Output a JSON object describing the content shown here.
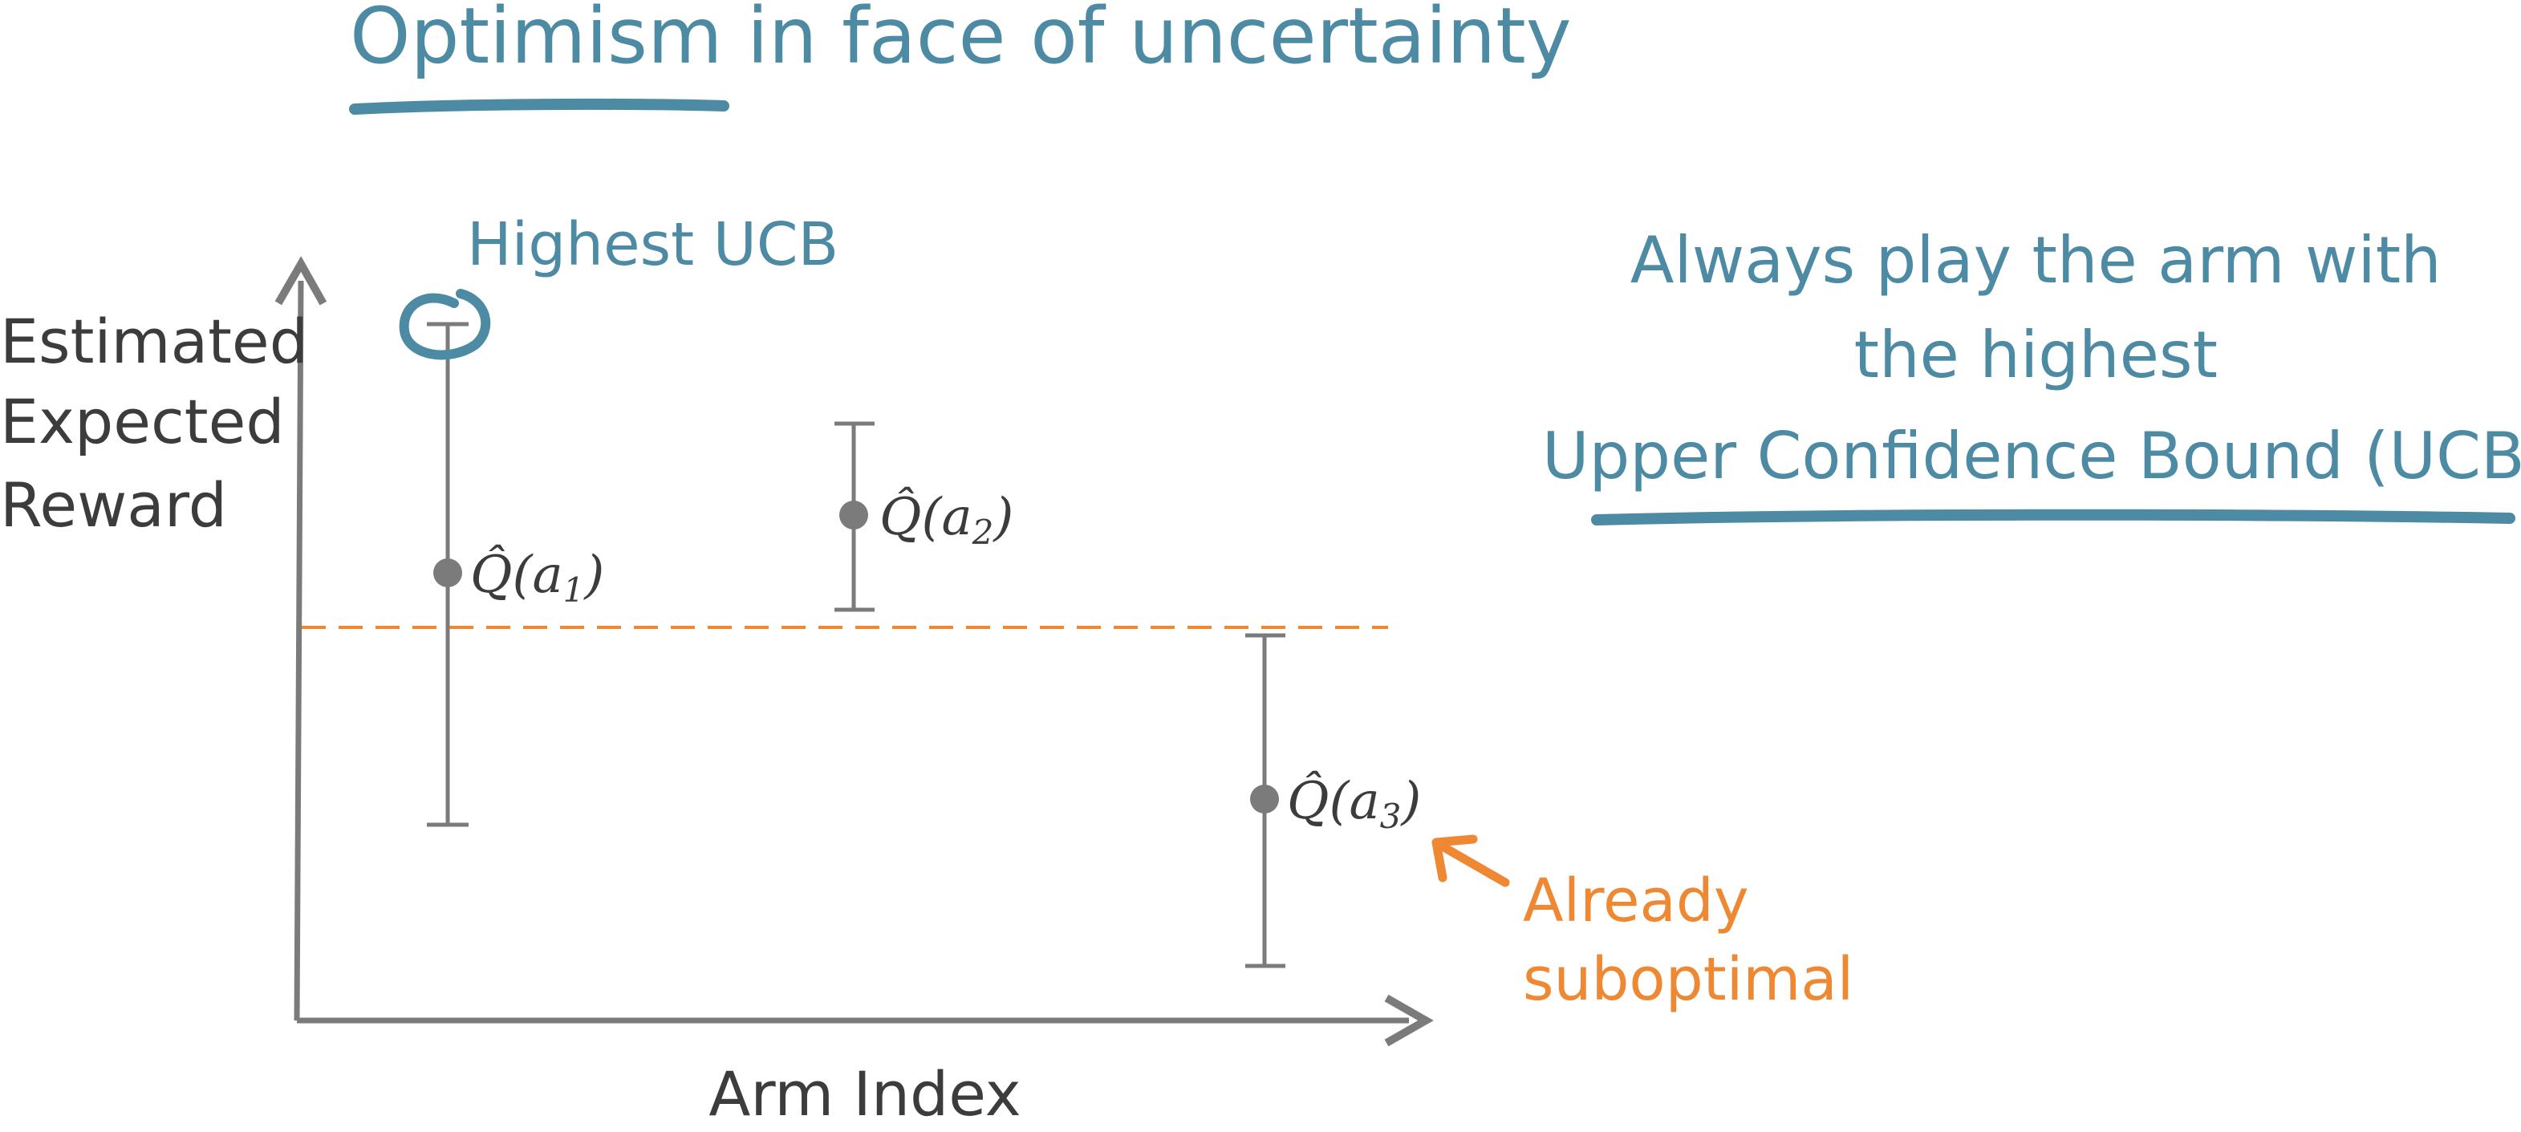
{
  "title": "Optimism in face of uncertainty",
  "ylabel_lines": [
    "Estimated",
    "Expected",
    "Reward"
  ],
  "xlabel": "Arm Index",
  "highest_label": "Highest UCB",
  "rule_lines": [
    "Always play the arm with",
    "the highest",
    "Upper Confidence Bound (UCB)"
  ],
  "suboptimal_lines": [
    "Already",
    "suboptimal"
  ],
  "arms": [
    {
      "q_prefix": "Q̂(a",
      "sub": "1",
      "suffix": ")"
    },
    {
      "q_prefix": "Q̂(a",
      "sub": "2",
      "suffix": ")"
    },
    {
      "q_prefix": "Q̂(a",
      "sub": "3",
      "suffix": ")"
    }
  ],
  "colors": {
    "blue": "#4d8aa3",
    "orange": "#ee8833",
    "gray": "#7b7b7b",
    "text": "#3c3c3c"
  }
}
